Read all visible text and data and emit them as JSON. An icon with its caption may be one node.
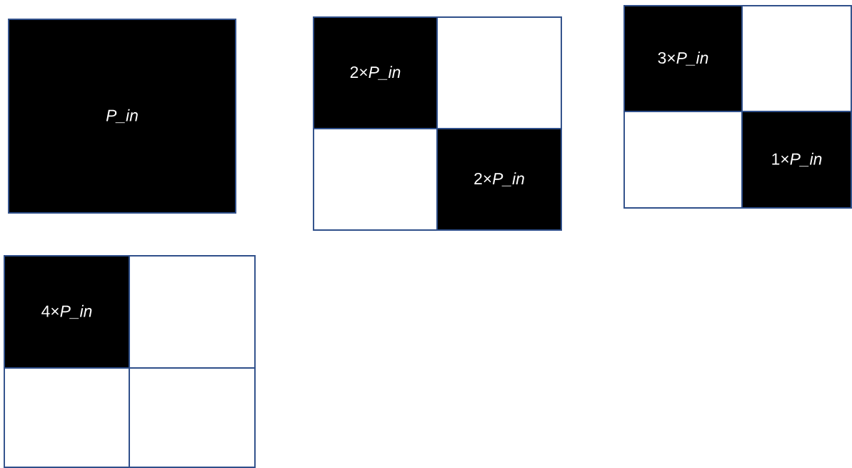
{
  "diagram": {
    "nodes": [
      {
        "text": [
          "P_in"
        ]
      },
      {
        "text": [
          "2×*P_in*"
        ]
      },
      {
        "text": [],
        "shape": "box"
      },
      {
        "text": [],
        "shape": "box"
      },
      {
        "text": [
          "2×*P_in*"
        ]
      },
      {
        "text": [
          "3×*P_in*"
        ]
      },
      {
        "text": [],
        "shape": "box"
      },
      {
        "text": [],
        "shape": "box"
      },
      {
        "text": [
          "1×*P_in*"
        ]
      },
      {
        "text": [
          "4×*P_in*"
        ]
      },
      {
        "text": [],
        "shape": "box"
      },
      {
        "text": [],
        "shape": "box"
      },
      {
        "text": [],
        "shape": "box"
      }
    ]
  }
}
